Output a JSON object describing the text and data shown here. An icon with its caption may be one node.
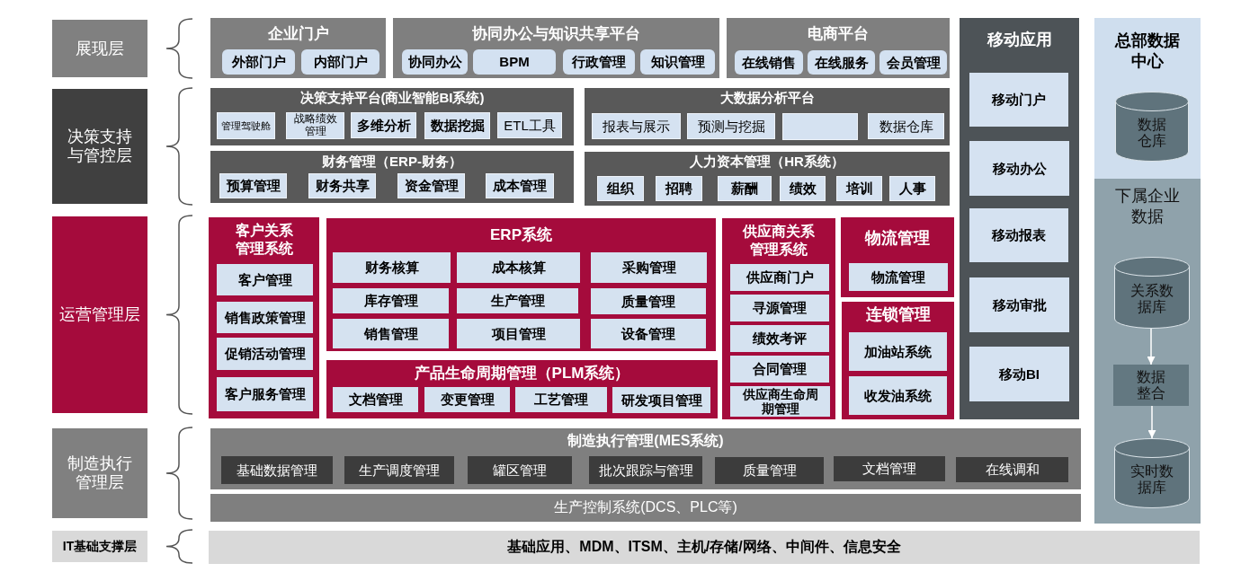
{
  "diagram": {
    "nodes": [
      {
        "text": [
          "展现层"
        ]
      },
      {
        "text": [
          "企业门户"
        ]
      },
      {
        "text": [
          "外部门户"
        ],
        "in": 1
      },
      {
        "text": [
          "内部门户"
        ],
        "in": 1
      },
      {
        "text": [
          "协同办公与知识共享平台"
        ]
      },
      {
        "text": [
          "协同办公"
        ],
        "in": 4
      },
      {
        "text": [
          "BPM"
        ],
        "in": 4
      },
      {
        "text": [
          "行政管理"
        ],
        "in": 4
      },
      {
        "text": [
          "知识管理"
        ],
        "in": 4
      },
      {
        "text": [
          "电商平台"
        ]
      },
      {
        "text": [
          "在线销售"
        ],
        "in": 9
      },
      {
        "text": [
          "在线服务"
        ],
        "in": 9
      },
      {
        "text": [
          "会员管理"
        ],
        "in": 9
      },
      {
        "text": [
          "决策支持与管控层"
        ]
      },
      {
        "text": [
          "决策支持平台(商业智能BI系统)"
        ]
      },
      {
        "text": [
          "管理驾驶舱"
        ],
        "in": 14
      },
      {
        "text": [
          "战略绩效管理"
        ],
        "in": 14
      },
      {
        "text": [
          "多维分析"
        ],
        "in": 14
      },
      {
        "text": [
          "数据挖掘"
        ],
        "in": 14
      },
      {
        "text": [
          "ETL工具"
        ],
        "in": 14
      },
      {
        "text": [
          "大数据分析平台"
        ]
      },
      {
        "text": [
          "报表与展示"
        ],
        "in": 20
      },
      {
        "text": [
          "预测与挖掘"
        ],
        "in": 20
      },
      {
        "text": [],
        "shape": "box",
        "in": 20
      },
      {
        "text": [
          "数据仓库"
        ],
        "in": 20
      },
      {
        "text": [
          "财务管理（ERP-财务）"
        ]
      },
      {
        "text": [
          "预算管理"
        ],
        "in": 25
      },
      {
        "text": [
          "财务共享"
        ],
        "in": 25
      },
      {
        "text": [
          "资金管理"
        ],
        "in": 25
      },
      {
        "text": [
          "成本管理"
        ],
        "in": 25
      },
      {
        "text": [
          "人力资本管理（HR系统）"
        ]
      },
      {
        "text": [
          "组织"
        ],
        "in": 30
      },
      {
        "text": [
          "招聘"
        ],
        "in": 30
      },
      {
        "text": [
          "薪酬"
        ],
        "in": 30
      },
      {
        "text": [
          "绩效"
        ],
        "in": 30
      },
      {
        "text": [
          "培训"
        ],
        "in": 30
      },
      {
        "text": [
          "人事"
        ],
        "in": 30
      },
      {
        "text": [
          "运营管理层"
        ]
      },
      {
        "text": [
          "客户关系管理系统"
        ]
      },
      {
        "text": [
          "客户管理"
        ],
        "in": 38
      },
      {
        "text": [
          "销售政策管理"
        ],
        "in": 38
      },
      {
        "text": [
          "促销活动管理"
        ],
        "in": 38
      },
      {
        "text": [
          "客户服务管理"
        ],
        "in": 38
      },
      {
        "text": [
          "ERP系统"
        ]
      },
      {
        "text": [
          "财务核算"
        ],
        "in": 43
      },
      {
        "text": [
          "成本核算"
        ],
        "in": 43
      },
      {
        "text": [
          "采购管理"
        ],
        "in": 43
      },
      {
        "text": [
          "库存管理"
        ],
        "in": 43
      },
      {
        "text": [
          "生产管理"
        ],
        "in": 43
      },
      {
        "text": [
          "质量管理"
        ],
        "in": 43
      },
      {
        "text": [
          "销售管理"
        ],
        "in": 43
      },
      {
        "text": [
          "项目管理"
        ],
        "in": 43
      },
      {
        "text": [
          "设备管理"
        ],
        "in": 43
      },
      {
        "text": [
          "产品生命周期管理（PLM系统）"
        ]
      },
      {
        "text": [
          "文档管理"
        ],
        "in": 53
      },
      {
        "text": [
          "变更管理"
        ],
        "in": 53
      },
      {
        "text": [
          "工艺管理"
        ],
        "in": 53
      },
      {
        "text": [
          "研发项目管理"
        ],
        "in": 53
      },
      {
        "text": [
          "供应商关系管理系统"
        ]
      },
      {
        "text": [
          "供应商门户"
        ],
        "in": 58
      },
      {
        "text": [
          "寻源管理"
        ],
        "in": 58
      },
      {
        "text": [
          "绩效考评"
        ],
        "in": 58
      },
      {
        "text": [
          "合同管理"
        ],
        "in": 58
      },
      {
        "text": [
          "供应商生命周期管理"
        ],
        "in": 58
      },
      {
        "text": [
          "物流管理"
        ]
      },
      {
        "text": [
          "物流管理"
        ],
        "in": 64
      },
      {
        "text": [
          "连锁管理"
        ]
      },
      {
        "text": [
          "加油站系统"
        ],
        "in": 66
      },
      {
        "text": [
          "收发油系统"
        ],
        "in": 66
      },
      {
        "text": [
          "制造执行管理层"
        ]
      },
      {
        "text": [
          "制造执行管理(MES系统)"
        ]
      },
      {
        "text": [
          "基础数据管理"
        ],
        "in": 70
      },
      {
        "text": [
          "生产调度管理"
        ],
        "in": 70
      },
      {
        "text": [
          "罐区管理"
        ],
        "in": 70
      },
      {
        "text": [
          "批次跟踪与管理"
        ],
        "in": 70
      },
      {
        "text": [
          "质量管理"
        ],
        "in": 70
      },
      {
        "text": [
          "文档管理"
        ],
        "in": 70
      },
      {
        "text": [
          "在线调和"
        ],
        "in": 70
      },
      {
        "text": [
          "生产控制系统(DCS、PLC等)"
        ]
      },
      {
        "text": [
          "IT基础支撑层"
        ]
      },
      {
        "text": [
          "基础应用、MDM、ITSM、主机/存储/网络、中间件、信息安全"
        ]
      },
      {
        "text": [
          "移动应用"
        ]
      },
      {
        "text": [
          "移动门户"
        ],
        "in": 81
      },
      {
        "text": [
          "移动办公"
        ],
        "in": 81
      },
      {
        "text": [
          "移动报表"
        ],
        "in": 81
      },
      {
        "text": [
          "移动审批"
        ],
        "in": 81
      },
      {
        "text": [
          "移动BI"
        ],
        "in": 81
      },
      {
        "text": [
          "总部数据中心"
        ]
      },
      {
        "text": [
          "数据仓库"
        ],
        "in": 87
      },
      {
        "text": [
          "下属企业数据"
        ]
      },
      {
        "text": [
          "关系数据库"
        ],
        "in": 89
      },
      {
        "text": [
          "数据整合"
        ],
        "in": 89
      },
      {
        "text": [
          "实时数据库"
        ],
        "in": 89
      }
    ],
    "edges": [
      {
        "from": 90,
        "to": 91,
        "arrow": "to"
      },
      {
        "from": 91,
        "to": 92,
        "arrow": "to"
      }
    ]
  }
}
